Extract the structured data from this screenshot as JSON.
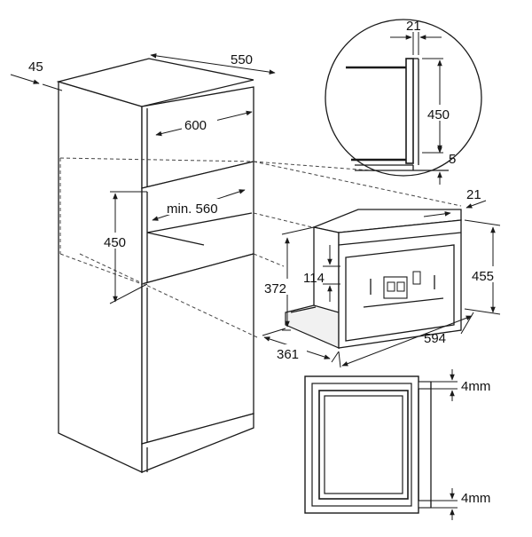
{
  "diagram": {
    "dimensions": {
      "cabinet_depth_gap": "45",
      "cabinet_depth": "550",
      "cabinet_width": "600",
      "niche_width": "min. 560",
      "niche_height": "450",
      "detail_offset": "21",
      "detail_height": "450",
      "detail_gap": "5",
      "appliance_offset": "21",
      "appliance_height": "455",
      "appliance_body_height": "372",
      "appliance_step": "114",
      "appliance_depth": "361",
      "appliance_width": "594",
      "top_gap": "4mm",
      "bottom_gap": "4mm"
    }
  }
}
